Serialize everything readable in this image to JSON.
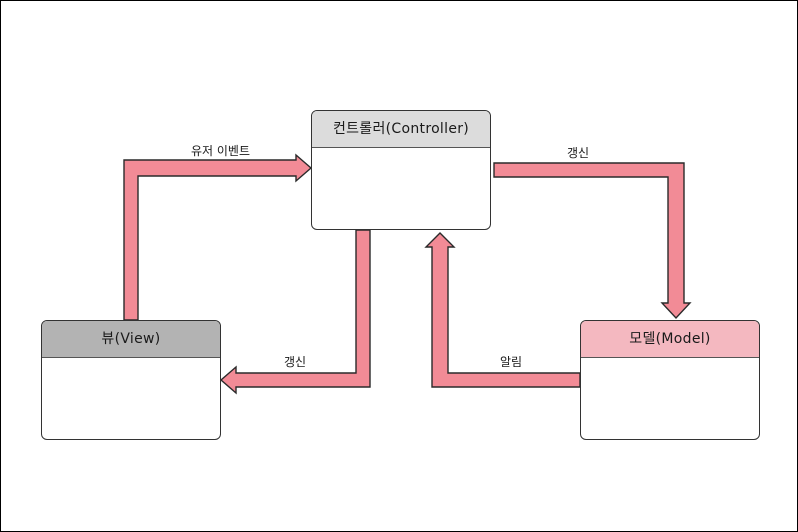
{
  "nodes": {
    "controller": {
      "label": "컨트롤러(Controller)",
      "header_color": "#dcdcdc"
    },
    "view": {
      "label": "뷰(View)",
      "header_color": "#b3b3b3"
    },
    "model": {
      "label": "모델(Model)",
      "header_color": "#f4b8c0"
    }
  },
  "edges": {
    "view_to_controller": {
      "label": "유저 이벤트"
    },
    "controller_to_model": {
      "label": "갱신"
    },
    "controller_to_view": {
      "label": "갱신"
    },
    "model_to_controller": {
      "label": "알림"
    }
  },
  "colors": {
    "arrow_fill": "#f28b96",
    "arrow_stroke": "#2a2a2a",
    "box_border": "#333333"
  }
}
